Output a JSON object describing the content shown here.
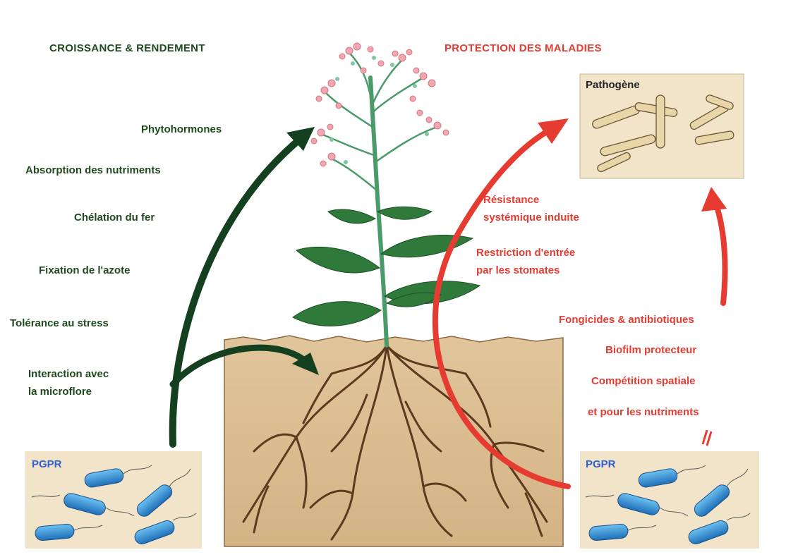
{
  "left_panel": {
    "heading": "CROISSANCE & RENDEMENT",
    "items": [
      "Phytohormones",
      "Absorption des nutriments",
      "Chélation du fer",
      "Fixation de l'azote",
      "Tolérance au stress",
      "Interaction avec",
      "la microflore"
    ],
    "bacteria_label": "PGPR"
  },
  "right_panel": {
    "heading": "PROTECTION DES MALADIES",
    "pathogen_label": "Pathogène",
    "upper_items": [
      "Résistance",
      "systémique induite",
      "Restriction d'entrée",
      "par les stomates"
    ],
    "lower_items": [
      "Fongicides & antibiotiques",
      "Biofilm protecteur",
      "Compétition spatiale",
      "et pour les nutriments"
    ],
    "bacteria_label": "PGPR"
  },
  "colors": {
    "green_text": "#1e4a1e",
    "dark_green_arrow": "#15401f",
    "red": "#e53b30",
    "soil": "#dcbf93",
    "bacteria": "#2f8fd8",
    "leaf": "#2f7a3a",
    "flower": "#f2a7b0"
  }
}
